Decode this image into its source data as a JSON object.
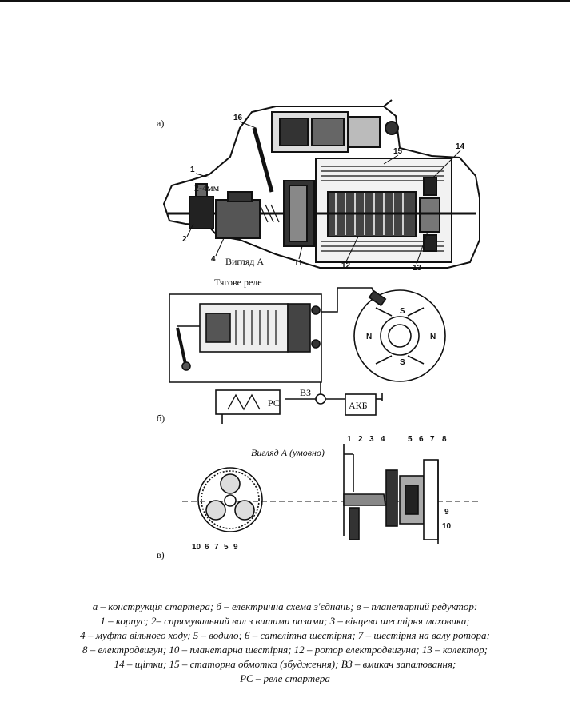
{
  "figure": {
    "part_a_label": "а)",
    "part_b_label": "б)",
    "part_c_label": "в)",
    "gap_label": "2-4мм",
    "view_a_label": "Вигляд А",
    "relay_title": "Тягове реле",
    "view_a_conditional": "Вигляд А (умовно)",
    "rs_label": "РС",
    "vz_label": "ВЗ",
    "akb_label": "АКБ",
    "pole_labels": [
      "S",
      "N",
      "N",
      "S"
    ],
    "callouts_a": [
      "16",
      "1",
      "2",
      "4",
      "15",
      "14",
      "11",
      "12",
      "13"
    ],
    "callouts_c_left": [
      "10",
      "6",
      "7",
      "5",
      "9"
    ],
    "callouts_c_right_top": [
      "1",
      "2",
      "3",
      "4",
      "5",
      "6",
      "7",
      "8"
    ],
    "callouts_c_right_side": [
      "9",
      "10"
    ]
  },
  "caption": {
    "lines": [
      "а – конструкція стартера; б – електрична схема з'єднань; в – планетарний редуктор:",
      "1 – корпус; 2– спрямувальний вал з витими пазами; 3 – вінцева шестірня маховика;",
      "4 – муфта вільного ходу; 5 – водило; 6 – сателітна шестірня; 7 – шестірня на валу ротора;",
      "8 – електродвигун; 10 – планетарна шестірня; 12 – ротор електродвигуна; 13 – колектор;",
      "14 – щітки; 15 – статорна обмотка (збудження); ВЗ – вмикач запалювання;",
      "РС – реле стартера"
    ]
  }
}
